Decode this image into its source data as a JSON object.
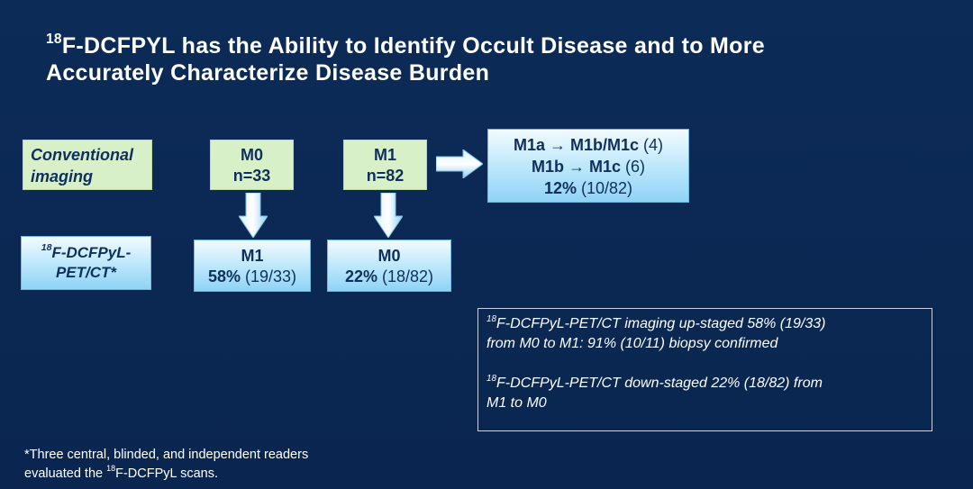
{
  "title": {
    "sup": "18",
    "line1": "F-DCFPYL has the Ability to Identify Occult Disease and to More",
    "line2": "Accurately Characterize Disease Burden"
  },
  "rows": {
    "conventional_label": "Conventional imaging",
    "pet_label_sup": "18",
    "pet_label_line1": "F-DCFPyL-",
    "pet_label_line2": "PET/CT*"
  },
  "boxes": {
    "m0": {
      "line1": "M0",
      "line2": "n=33"
    },
    "m1": {
      "line1": "M1",
      "line2": "n=82"
    },
    "result_m0_to_m1": {
      "line1": "M1",
      "pct": "58%",
      "count": "(19/33)"
    },
    "result_m1_to_m0": {
      "line1": "M0",
      "pct": "22%",
      "count": "(18/82)"
    },
    "upstage_within_m1": {
      "row1_stage": "M1a → M1b/M1c",
      "row1_count": "(4)",
      "row2_stage": "M1b → M1c",
      "row2_count": "(6)",
      "row3_pct": "12%",
      "row3_count": "(10/82)"
    }
  },
  "note": {
    "p1_sup": "18",
    "p1_line1": "F-DCFPyL-PET/CT imaging up-staged 58% (19/33)",
    "p1_line2": "from M0 to M1:  91% (10/11) biopsy confirmed",
    "p2_sup": "18",
    "p2_line1": "F-DCFPyL-PET/CT down-staged 22% (18/82) from",
    "p2_line2": "M1 to M0"
  },
  "footnote": {
    "line1": "*Three central, blinded, and independent readers",
    "line2_pre": "evaluated the ",
    "line2_sup": "18",
    "line2_post": "F-DCFPyL scans."
  },
  "colors": {
    "background": "#0b2a55",
    "label_green": "#d8f0c8",
    "box_blue": "#b9e6fb",
    "text_dark": "#0f2f5c"
  }
}
